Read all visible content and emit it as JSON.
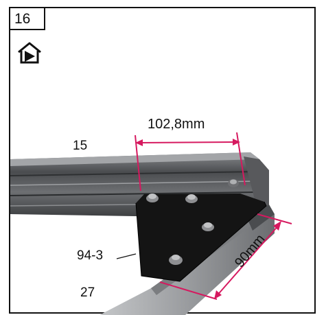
{
  "step": {
    "number": "16"
  },
  "icons": {
    "house": "house-arrow-icon"
  },
  "labels": {
    "rail_top": "15",
    "plate": "94-3",
    "rail_bottom": "27",
    "width_dim": "102,8mm",
    "depth_dim": "90mm"
  },
  "colors": {
    "dimension": "#d6195f",
    "plate": "#151515",
    "rail": "#5e6063",
    "frame": "#111111"
  }
}
